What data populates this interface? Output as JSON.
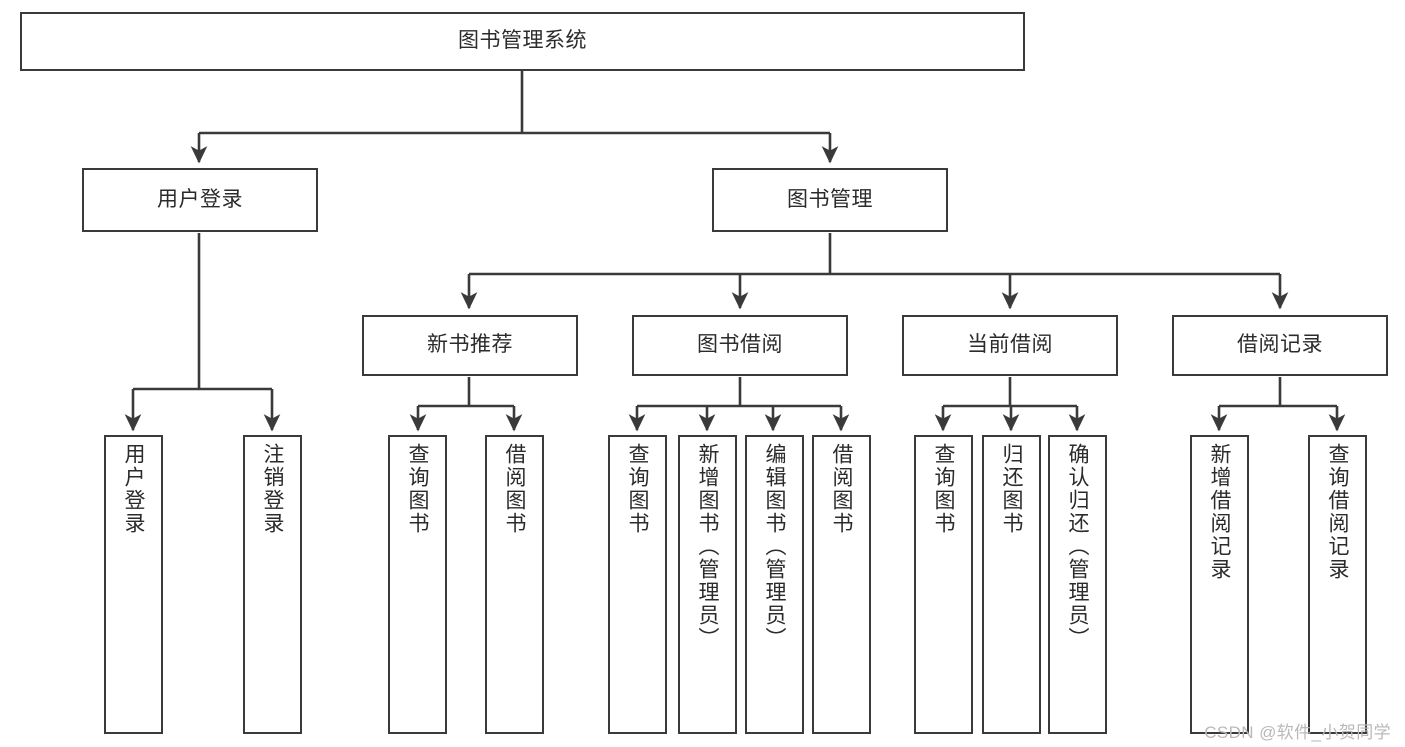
{
  "diagram": {
    "type": "tree-hierarchy",
    "title": "图书管理系统",
    "watermark": "CSDN @软件_小贺同学",
    "colors": {
      "box_border": "#3a3a3a",
      "box_fill": "#ffffff",
      "edge": "#3a3a3a",
      "text": "#2b2b2b",
      "watermark": "#b9b9b9",
      "background": "#ffffff"
    },
    "levels": [
      {
        "level": 1,
        "nodes": [
          {
            "id": "root",
            "label": "图书管理系统",
            "orientation": "horizontal"
          }
        ]
      },
      {
        "level": 2,
        "nodes": [
          {
            "id": "l2a",
            "label": "用户登录",
            "orientation": "horizontal",
            "parent": "root"
          },
          {
            "id": "l2b",
            "label": "图书管理",
            "orientation": "horizontal",
            "parent": "root"
          }
        ]
      },
      {
        "level": 3,
        "nodes": [
          {
            "id": "l3a",
            "label": "新书推荐",
            "orientation": "horizontal",
            "parent": "l2b"
          },
          {
            "id": "l3b",
            "label": "图书借阅",
            "orientation": "horizontal",
            "parent": "l2b"
          },
          {
            "id": "l3c",
            "label": "当前借阅",
            "orientation": "horizontal",
            "parent": "l2b"
          },
          {
            "id": "l3d",
            "label": "借阅记录",
            "orientation": "horizontal",
            "parent": "l2b"
          }
        ]
      },
      {
        "level": 4,
        "nodes": [
          {
            "id": "leaf1",
            "label": "用户登录",
            "orientation": "vertical",
            "parent": "l2a"
          },
          {
            "id": "leaf2",
            "label": "注销登录",
            "orientation": "vertical",
            "parent": "l2a"
          },
          {
            "id": "leaf3",
            "label": "查询图书",
            "orientation": "vertical",
            "parent": "l3a"
          },
          {
            "id": "leaf4",
            "label": "借阅图书",
            "orientation": "vertical",
            "parent": "l3a"
          },
          {
            "id": "leaf5",
            "label": "查询图书",
            "orientation": "vertical",
            "parent": "l3b"
          },
          {
            "id": "leaf6",
            "label": "新增图书（管理员）",
            "orientation": "vertical",
            "parent": "l3b"
          },
          {
            "id": "leaf7",
            "label": "编辑图书（管理员）",
            "orientation": "vertical",
            "parent": "l3b"
          },
          {
            "id": "leaf8",
            "label": "借阅图书",
            "orientation": "vertical",
            "parent": "l3b"
          },
          {
            "id": "leaf9",
            "label": "查询图书",
            "orientation": "vertical",
            "parent": "l3c"
          },
          {
            "id": "leaf10",
            "label": "归还图书",
            "orientation": "vertical",
            "parent": "l3c"
          },
          {
            "id": "leaf11",
            "label": "确认归还（管理员）",
            "orientation": "vertical",
            "parent": "l3c"
          },
          {
            "id": "leaf12",
            "label": "新增借阅记录",
            "orientation": "vertical",
            "parent": "l3d"
          },
          {
            "id": "leaf13",
            "label": "查询借阅记录",
            "orientation": "vertical",
            "parent": "l3d"
          }
        ]
      }
    ]
  }
}
